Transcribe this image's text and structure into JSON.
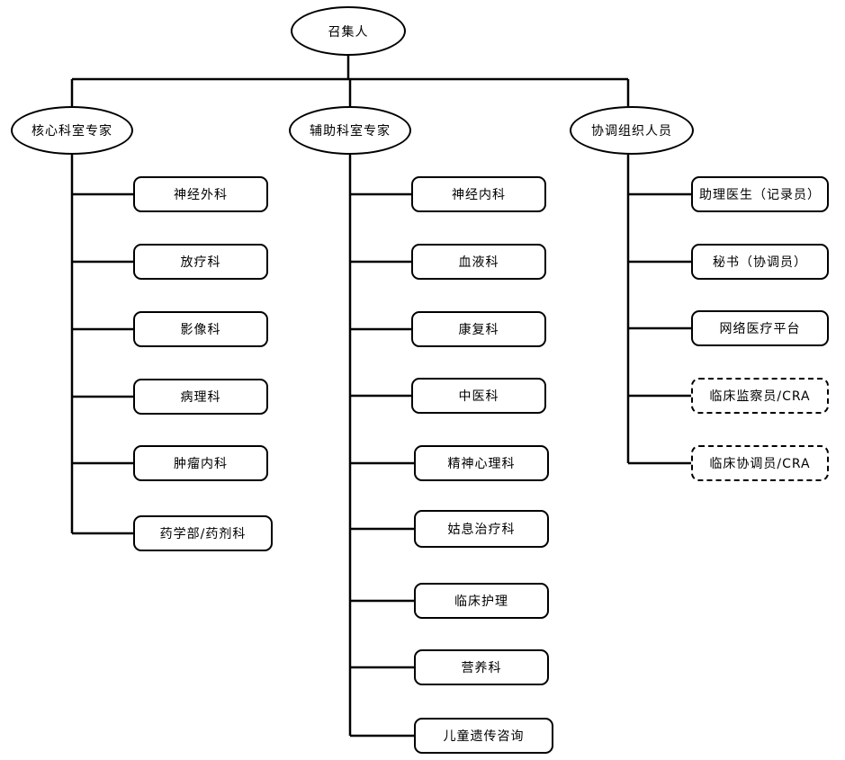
{
  "root": {
    "label": "召集人"
  },
  "groups": [
    {
      "label": "核心科室专家",
      "items": [
        "神经外科",
        "放疗科",
        "影像科",
        "病理科",
        "肿瘤内科",
        "药学部/药剂科"
      ],
      "dashed": [
        false,
        false,
        false,
        false,
        false,
        false
      ]
    },
    {
      "label": "辅助科室专家",
      "items": [
        "神经内科",
        "血液科",
        "康复科",
        "中医科",
        "精神心理科",
        "姑息治疗科",
        "临床护理",
        "营养科",
        "儿童遗传咨询"
      ],
      "dashed": [
        false,
        false,
        false,
        false,
        false,
        false,
        false,
        false,
        false
      ]
    },
    {
      "label": "协调组织人员",
      "items": [
        "助理医生（记录员）",
        "秘书（协调员）",
        "网络医疗平台",
        "临床监察员/CRA",
        "临床协调员/CRA"
      ],
      "dashed": [
        false,
        false,
        false,
        true,
        true
      ]
    }
  ]
}
